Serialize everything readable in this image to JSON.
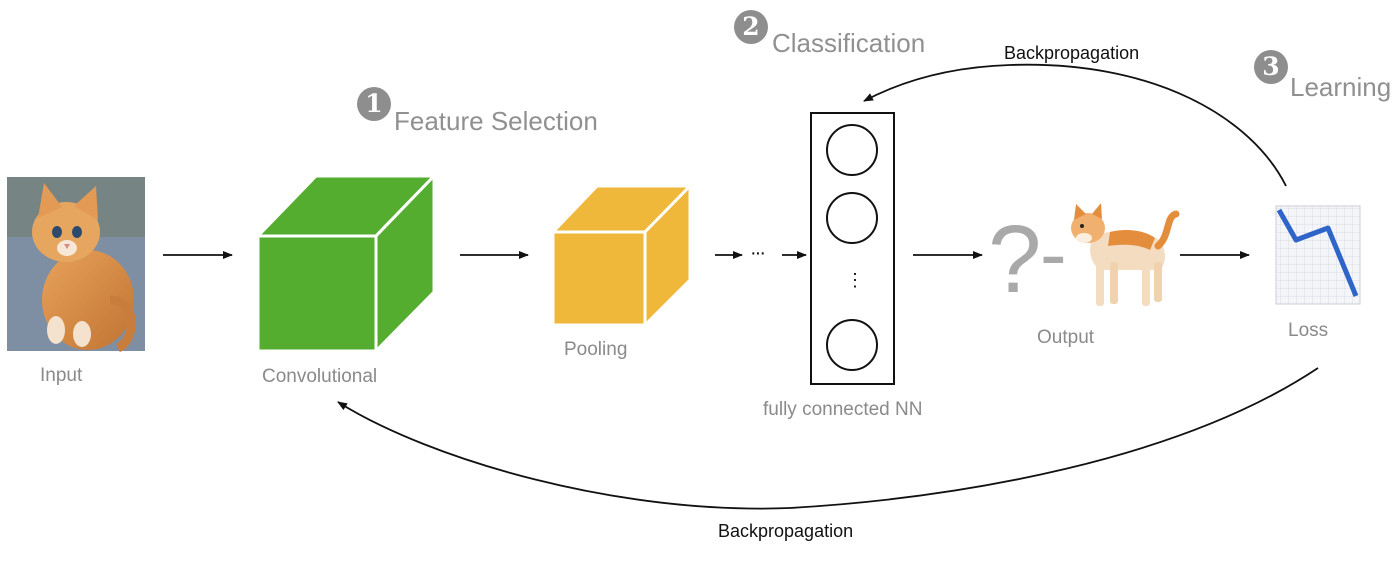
{
  "stages": {
    "feature_selection": {
      "number": "1",
      "label": "Feature Selection"
    },
    "classification": {
      "number": "2",
      "label": "Classification"
    },
    "learning": {
      "number": "3",
      "label": "Learning"
    }
  },
  "nodes": {
    "input": "Input",
    "convolutional": "Convolutional",
    "pooling": "Pooling",
    "fully_connected": "fully connected NN",
    "output": "Output",
    "loss": "Loss"
  },
  "ellipsis": "···",
  "nn_ellipsis": "⋮",
  "output_question": "?",
  "output_dash": "-",
  "backprop_top": "Backpropagation",
  "backprop_bottom": "Backpropagation",
  "colors": {
    "conv_cube": "#55ad2f",
    "pool_cube": "#f0b83a",
    "label_gray": "#8a8a8a",
    "loss_line": "#2f64c8"
  },
  "icons": [
    "kitten-photo",
    "cat-icon",
    "chart-decreasing-icon"
  ]
}
